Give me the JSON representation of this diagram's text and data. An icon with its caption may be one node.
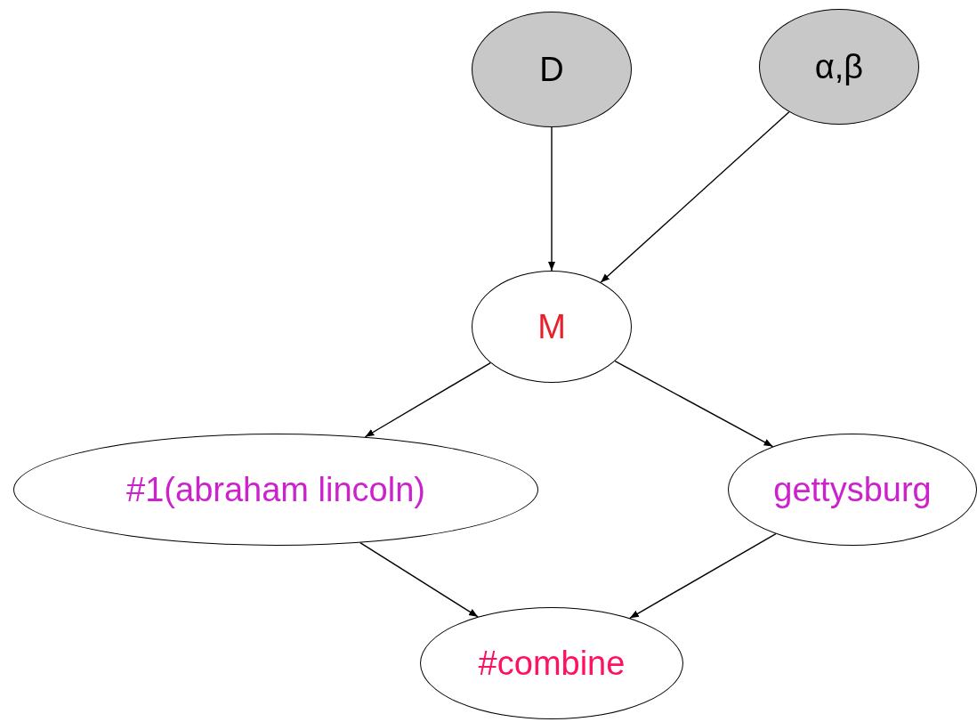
{
  "diagram": {
    "nodes": [
      {
        "text": [
          "D"
        ]
      },
      {
        "text": [
          "α,β"
        ]
      },
      {
        "text": [
          "M"
        ]
      },
      {
        "text": [
          "#1(abraham lincoln)"
        ]
      },
      {
        "text": [
          "gettysburg"
        ]
      },
      {
        "text": [
          "#combine"
        ]
      }
    ],
    "edges": [
      {
        "from": 0,
        "to": 2,
        "arrow": "to"
      },
      {
        "from": 1,
        "to": 2,
        "arrow": "to"
      },
      {
        "from": 2,
        "to": 3,
        "arrow": "to"
      },
      {
        "from": 2,
        "to": 4,
        "arrow": "to"
      },
      {
        "from": 3,
        "to": 5,
        "arrow": "to"
      },
      {
        "from": 4,
        "to": 5,
        "arrow": "to"
      }
    ]
  }
}
